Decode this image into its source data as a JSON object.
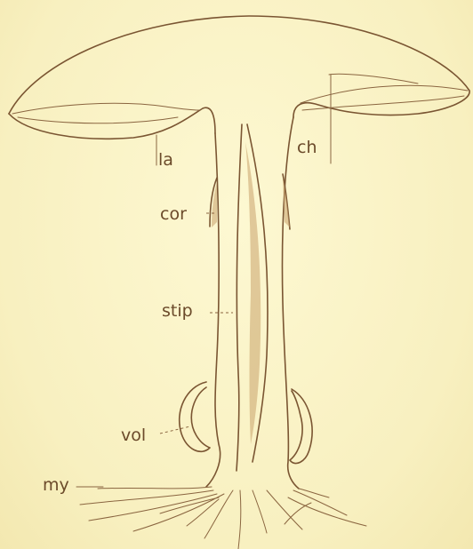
{
  "labels": {
    "la": "la",
    "ch": "ch",
    "cor": "cor",
    "stip": "stip",
    "vol": "vol",
    "my": "my"
  },
  "colors": {
    "paper": "#fbf5c8",
    "ink": "#7a5532"
  }
}
